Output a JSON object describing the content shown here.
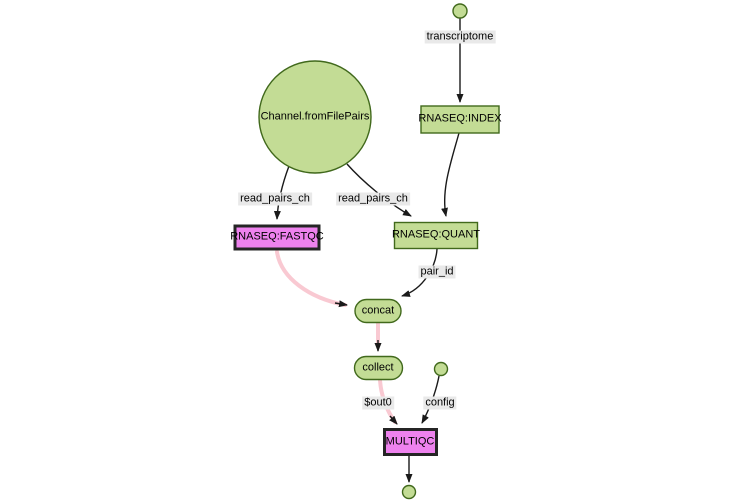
{
  "diagram": {
    "node_labels": {
      "channel_from_file_pairs": "Channel.fromFilePairs",
      "rnaseq_index": "RNASEQ:INDEX",
      "rnaseq_fastqc": "RNASEQ:FASTQC",
      "rnaseq_quant": "RNASEQ:QUANT",
      "concat": "concat",
      "collect": "collect",
      "multiqc": "MULTIQC"
    },
    "edge_labels": {
      "transcriptome": "transcriptome",
      "read_pairs_ch_left": "read_pairs_ch",
      "read_pairs_ch_right": "read_pairs_ch",
      "pair_id": "pair_id",
      "out0": "$out0",
      "config": "config"
    },
    "colors": {
      "node_fill": "#C3DC95",
      "node_stroke": "#41691C",
      "highlight_fill": "#EE82EE",
      "highlight_stroke": "#252525",
      "edge": "#1A1A1A",
      "highlight_edge": "#F9C9D2",
      "edge_label_bg": "#E9E9E9",
      "background": "#FFFFFF"
    }
  }
}
